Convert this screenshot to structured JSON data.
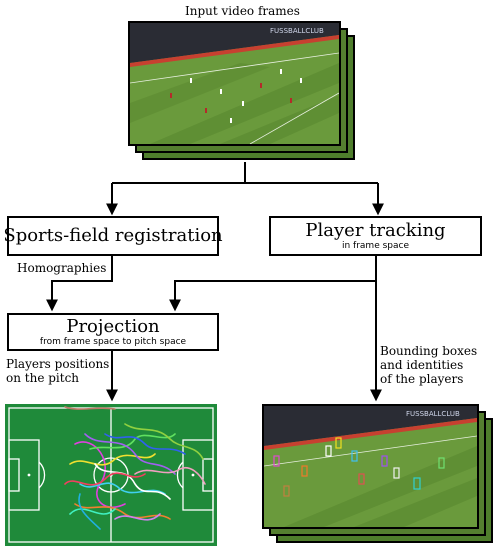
{
  "input_label": "Input video frames",
  "registration": {
    "title": "Sports-field registration"
  },
  "tracking": {
    "title": "Player tracking",
    "subtitle": "in frame space"
  },
  "projection": {
    "title": "Projection",
    "subtitle": "from frame space to pitch space"
  },
  "homographies_label": "Homographies",
  "positions_label": {
    "line1": "Players positions",
    "line2": "on the pitch"
  },
  "boxes_label": {
    "line1": "Bounding boxes",
    "line2": "and identities",
    "line3": "of the players"
  },
  "colors": {
    "grass_light": "#6a9a3c",
    "grass_dark": "#5b8a30",
    "stands": "#2a2c34",
    "pitch": "#1f8a3a"
  }
}
